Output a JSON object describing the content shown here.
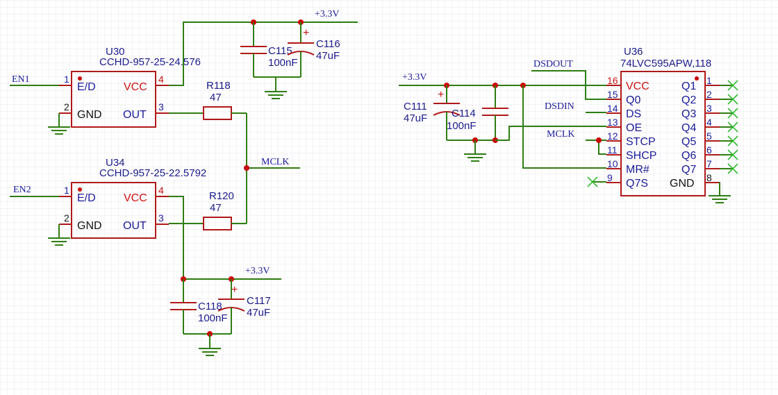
{
  "power": {
    "v33": "+3.3V"
  },
  "nets": {
    "en1": "EN1",
    "en2": "EN2",
    "mclk": "MCLK",
    "dsdout": "DSDOUT",
    "dsdin": "DSDIN",
    "mclk2": "MCLK"
  },
  "u30": {
    "ref": "U30",
    "value": "CCHD-957-25-24.576",
    "pins": {
      "ed": "E/D",
      "gnd": "GND",
      "vcc": "VCC",
      "out": "OUT"
    },
    "nums": {
      "ed": "1",
      "gnd": "2",
      "vcc": "4",
      "out": "3"
    }
  },
  "u34": {
    "ref": "U34",
    "value": "CCHD-957-25-22.5792",
    "pins": {
      "ed": "E/D",
      "gnd": "GND",
      "vcc": "VCC",
      "out": "OUT"
    },
    "nums": {
      "ed": "1",
      "gnd": "2",
      "vcc": "4",
      "out": "3"
    }
  },
  "r118": {
    "ref": "R118",
    "value": "47"
  },
  "r120": {
    "ref": "R120",
    "value": "47"
  },
  "c115": {
    "ref": "C115",
    "value": "100nF"
  },
  "c116": {
    "ref": "C116",
    "value": "47uF"
  },
  "c117": {
    "ref": "C117",
    "value": "47uF"
  },
  "c118": {
    "ref": "C118",
    "value": "100nF"
  },
  "c111": {
    "ref": "C111",
    "value": "47uF"
  },
  "c114": {
    "ref": "C114",
    "value": "100nF"
  },
  "u36": {
    "ref": "U36",
    "value": "74LVC595APW,118",
    "left_pins": [
      {
        "num": "16",
        "name": "VCC"
      },
      {
        "num": "15",
        "name": "Q0"
      },
      {
        "num": "14",
        "name": "DS"
      },
      {
        "num": "13",
        "name": "OE"
      },
      {
        "num": "12",
        "name": "STCP"
      },
      {
        "num": "11",
        "name": "SHCP"
      },
      {
        "num": "10",
        "name": "MR#"
      },
      {
        "num": "9",
        "name": "Q7S"
      }
    ],
    "right_pins": [
      {
        "num": "1",
        "name": "Q1"
      },
      {
        "num": "2",
        "name": "Q2"
      },
      {
        "num": "3",
        "name": "Q3"
      },
      {
        "num": "4",
        "name": "Q4"
      },
      {
        "num": "5",
        "name": "Q5"
      },
      {
        "num": "6",
        "name": "Q6"
      },
      {
        "num": "7",
        "name": "Q7"
      },
      {
        "num": "8",
        "name": "GND"
      }
    ]
  }
}
